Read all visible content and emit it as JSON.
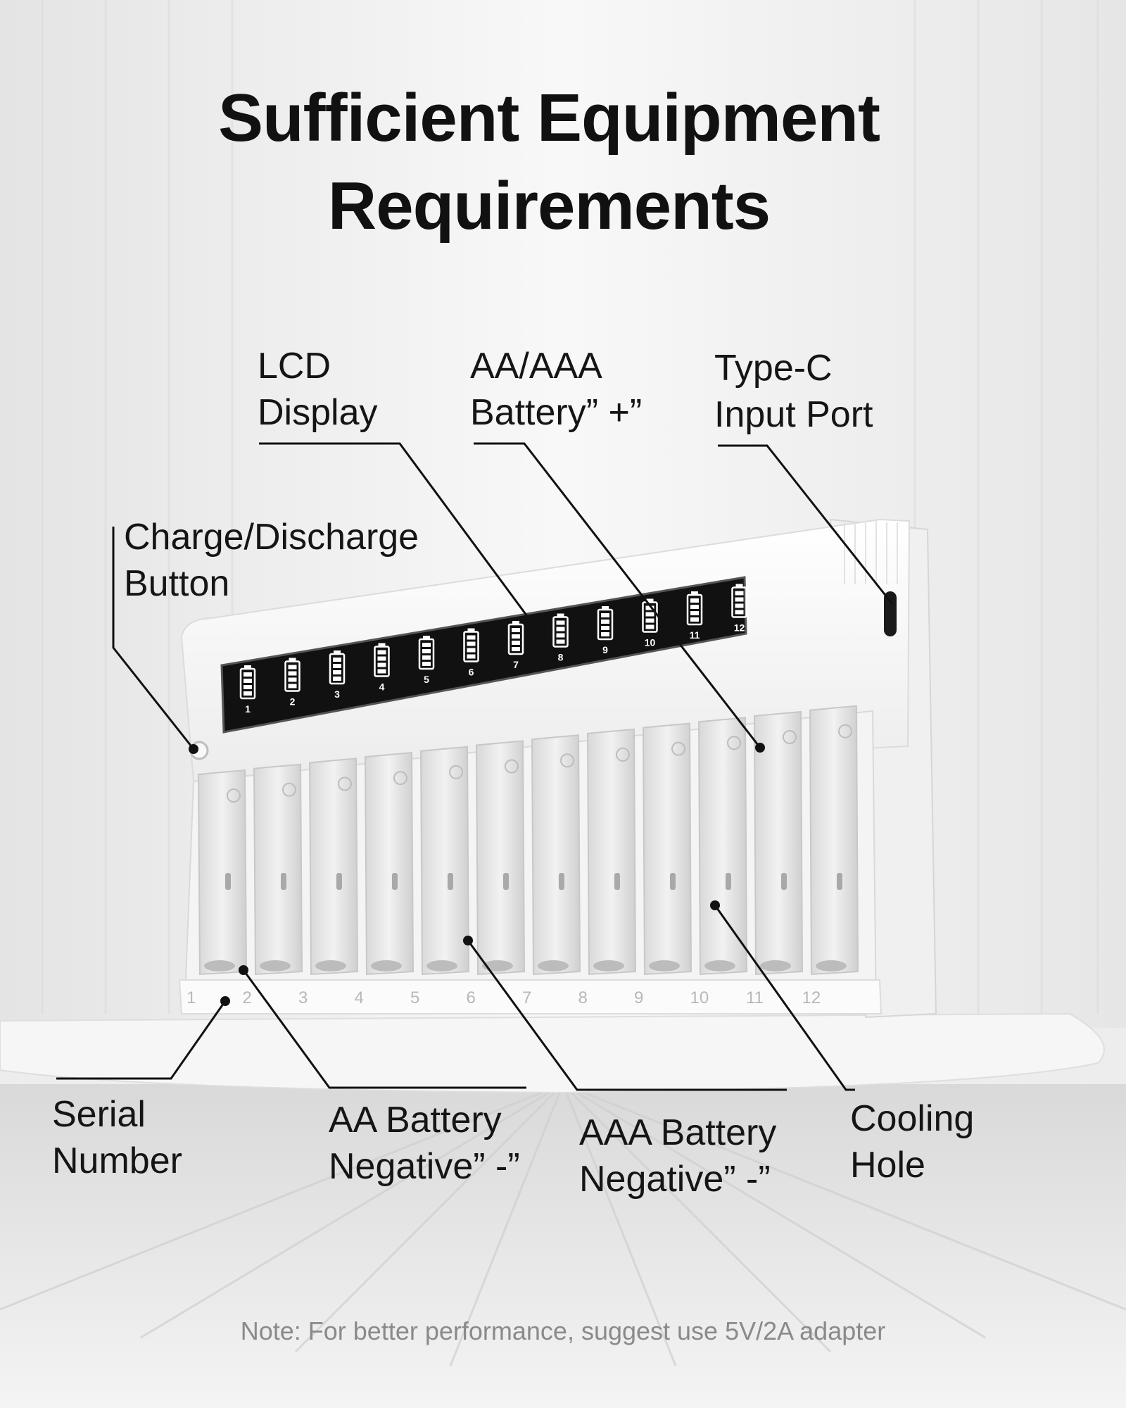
{
  "title": {
    "line1": "Sufficient Equipment",
    "line2": "Requirements"
  },
  "callouts": {
    "lcd_display": {
      "line1": "LCD",
      "line2": "Display"
    },
    "battery_positive": {
      "line1": "AA/AAA",
      "line2": "Battery” +”"
    },
    "type_c": {
      "line1": "Type-C",
      "line2": "Input Port"
    },
    "charge_button": {
      "line1": "Charge/Discharge",
      "line2": "Button"
    },
    "serial_number": {
      "line1": "Serial",
      "line2": "Number"
    },
    "aa_negative": {
      "line1": "AA Battery",
      "line2": "Negative” -”"
    },
    "aaa_negative": {
      "line1": "AAA Battery",
      "line2": "Negative” -”"
    },
    "cooling_hole": {
      "line1": "Cooling",
      "line2": "Hole"
    }
  },
  "lcd_slot_numbers": [
    "1",
    "2",
    "3",
    "4",
    "5",
    "6",
    "7",
    "8",
    "9",
    "10",
    "11",
    "12"
  ],
  "tray_serials": [
    "1",
    "2",
    "3",
    "4",
    "5",
    "6",
    "7",
    "8",
    "9",
    "10",
    "11",
    "12"
  ],
  "note": "Note: For better performance, suggest use 5V/2A adapter",
  "colors": {
    "lcd_background": "#111111",
    "device_body": "#f7f7f7",
    "leader_line": "#111111"
  }
}
